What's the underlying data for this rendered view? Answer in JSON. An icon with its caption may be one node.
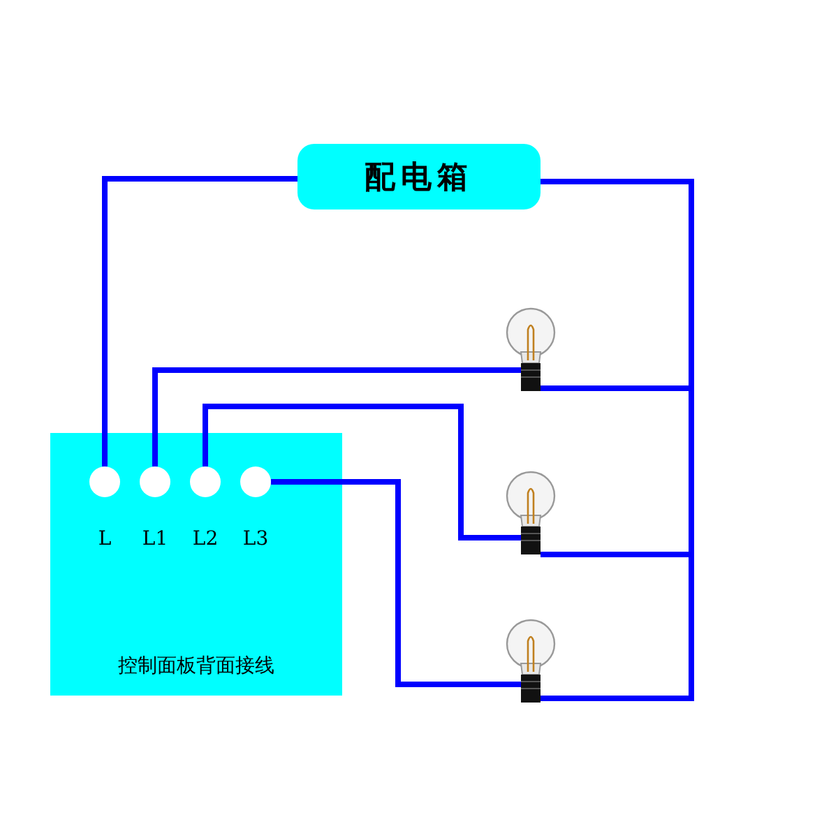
{
  "diagram": {
    "nodes": [
      {
        "text": [
          "配电箱"
        ]
      },
      {
        "text": [
          "控制面板背面接线"
        ]
      },
      {
        "text": [
          "L"
        ],
        "in": 1
      },
      {
        "text": [
          "L1"
        ],
        "in": 1
      },
      {
        "text": [
          "L2"
        ],
        "in": 1
      },
      {
        "text": [
          "L3"
        ],
        "in": 1
      },
      {
        "text": [],
        "shape": "picture"
      },
      {
        "text": [],
        "shape": "picture"
      },
      {
        "text": [],
        "shape": "picture"
      }
    ],
    "edges": [
      {
        "from": 0,
        "to": 2,
        "arrow": "none"
      },
      {
        "from": 0,
        "to": 6,
        "arrow": "none"
      },
      {
        "from": 0,
        "to": 7,
        "arrow": "none"
      },
      {
        "from": 0,
        "to": 8,
        "arrow": "none"
      },
      {
        "from": 3,
        "to": 6,
        "arrow": "none"
      },
      {
        "from": 4,
        "to": 7,
        "arrow": "none"
      },
      {
        "from": 5,
        "to": 8,
        "arrow": "none"
      }
    ]
  }
}
